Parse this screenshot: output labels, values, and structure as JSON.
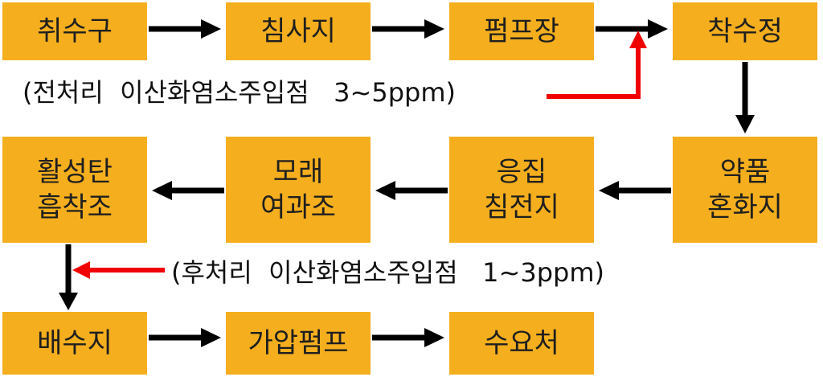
{
  "colors": {
    "box_fill": "#f4ae1e",
    "arrow": "#000000",
    "injection_arrow": "#f00000"
  },
  "boxes": {
    "intake": "취수구",
    "sedimentation": "침사지",
    "pump_station": "펌프장",
    "receiving_well": "착수정",
    "mixing_basin": "약품\n혼화지",
    "flocculation_basin": "응집\n침전지",
    "sand_filter": "모래\n여과조",
    "gac_adsorption": "활성탄\n흡착조",
    "distribution_reservoir": "배수지",
    "booster_pump": "가압펌프",
    "consumer": "수요처"
  },
  "notes": {
    "pre_chlorine": "(전처리  이산화염소주입점   3~5ppm)",
    "post_chlorine": "(후처리  이산화염소주입점   1~3ppm)"
  }
}
